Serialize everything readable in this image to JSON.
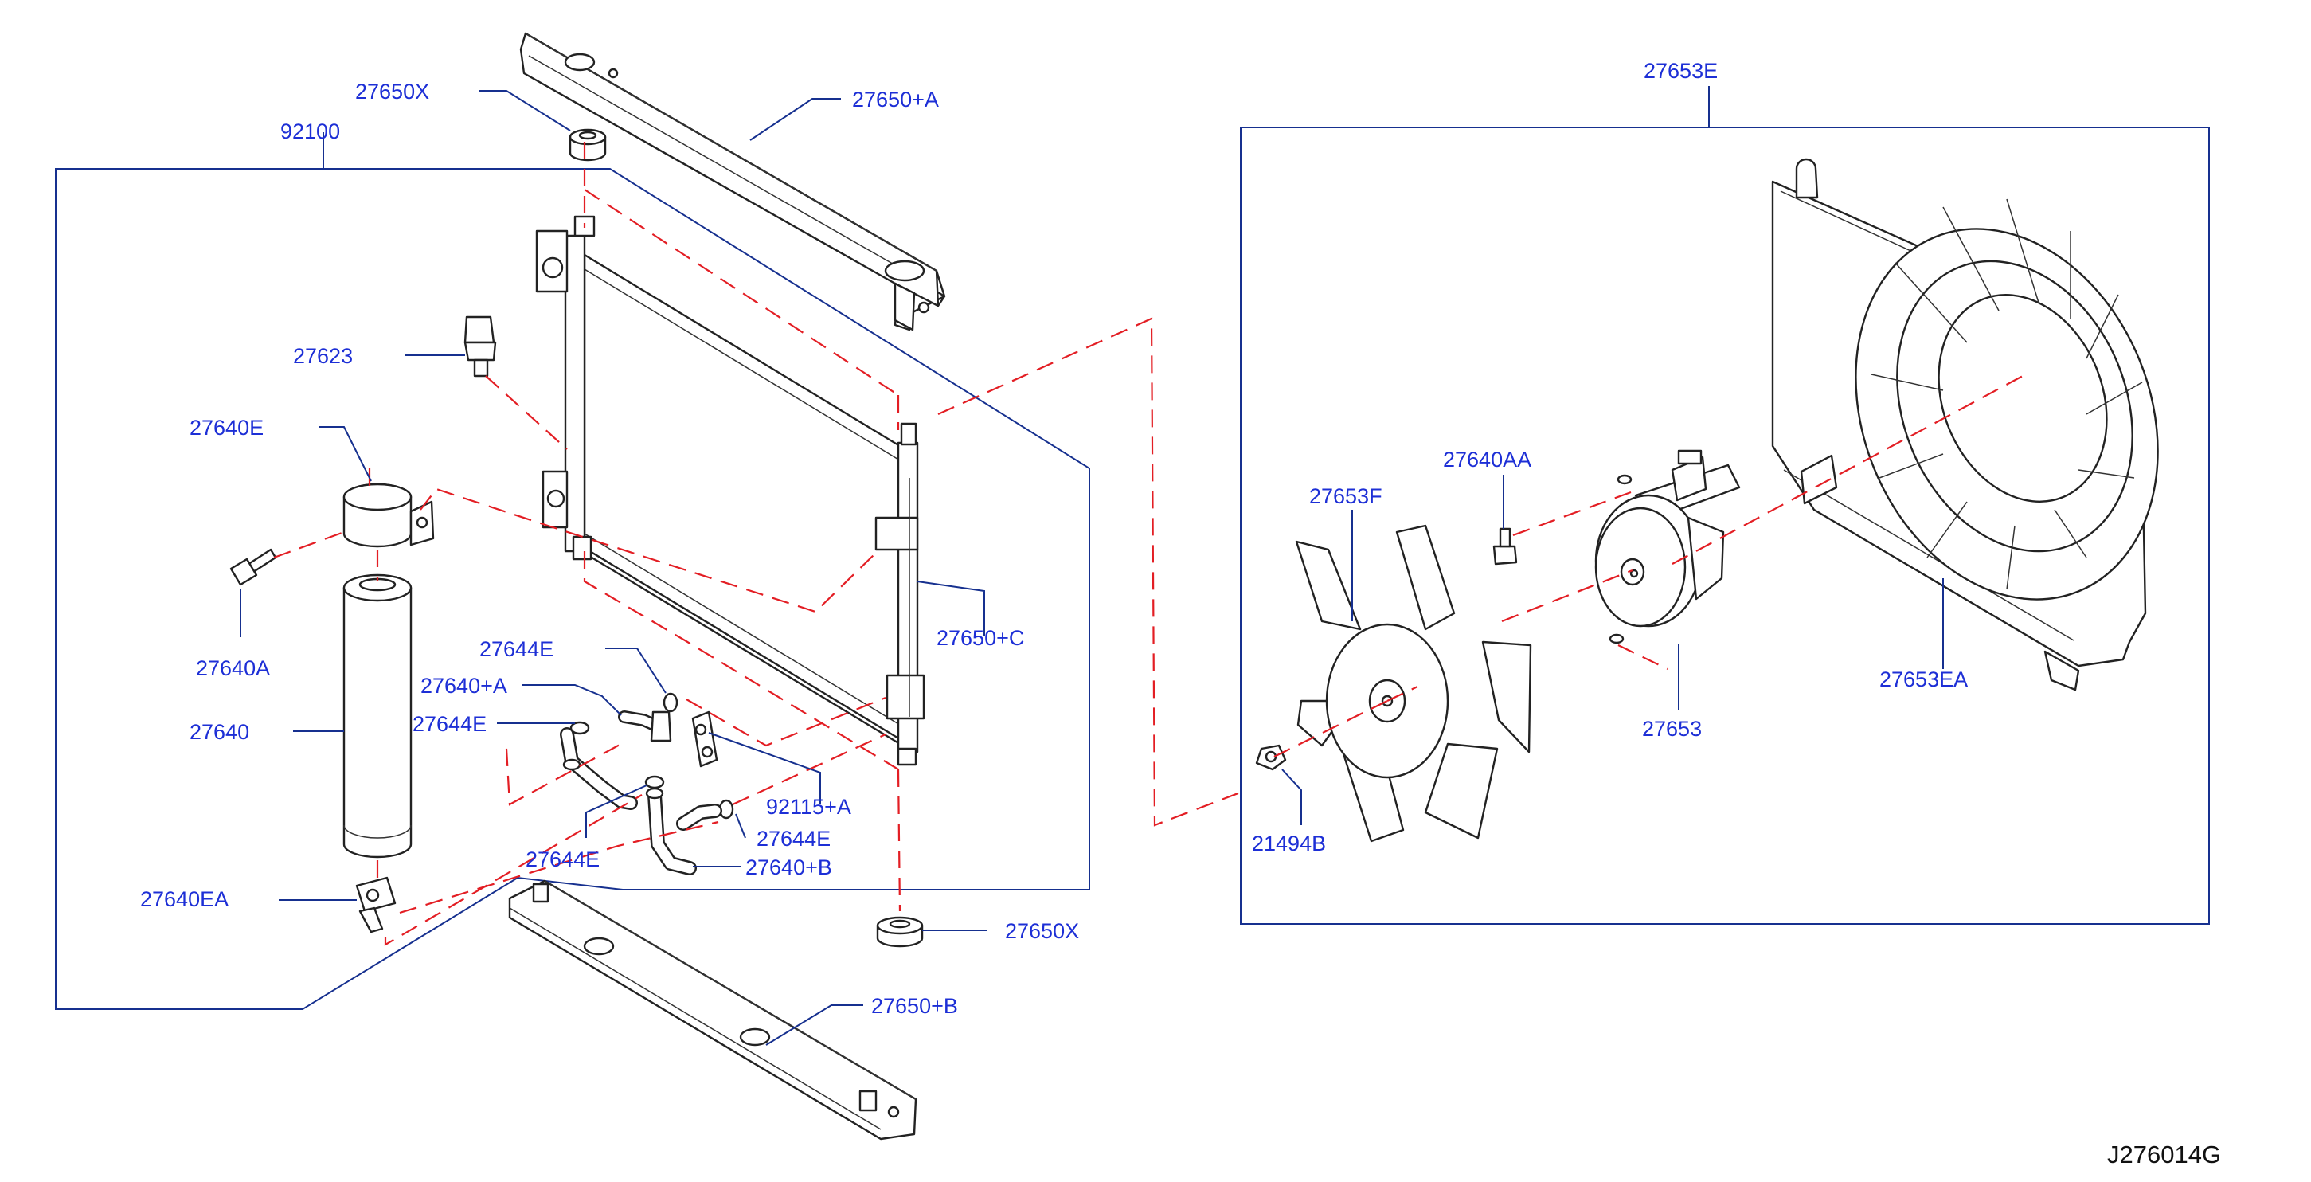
{
  "doc_code": "J276014G",
  "colors": {
    "label": "#1d2fd6",
    "leader": "#16308f",
    "dashed": "#e31e24",
    "drawing": "#222222",
    "code": "#111111"
  },
  "labels": {
    "p27650x_top": "27650X",
    "p92100": "92100",
    "p27650a": "27650+A",
    "p27623": "27623",
    "p27640e": "27640E",
    "p27640a": "27640A",
    "p27640": "27640",
    "p27640ea": "27640EA",
    "p27644e_1": "27644E",
    "p27640_a": "27640+A",
    "p27644e_2": "27644E",
    "p27644e_3": "27644E",
    "p27644e_4": "27644E",
    "p92115_a": "92115+A",
    "p27640_b": "27640+B",
    "p27650c": "27650+C",
    "p27650x_bottom": "27650X",
    "p27650b": "27650+B",
    "p27653e": "27653E",
    "p27640aa": "27640AA",
    "p27653f": "27653F",
    "p27653": "27653",
    "p27653ea": "27653EA",
    "p21494b": "21494B"
  }
}
